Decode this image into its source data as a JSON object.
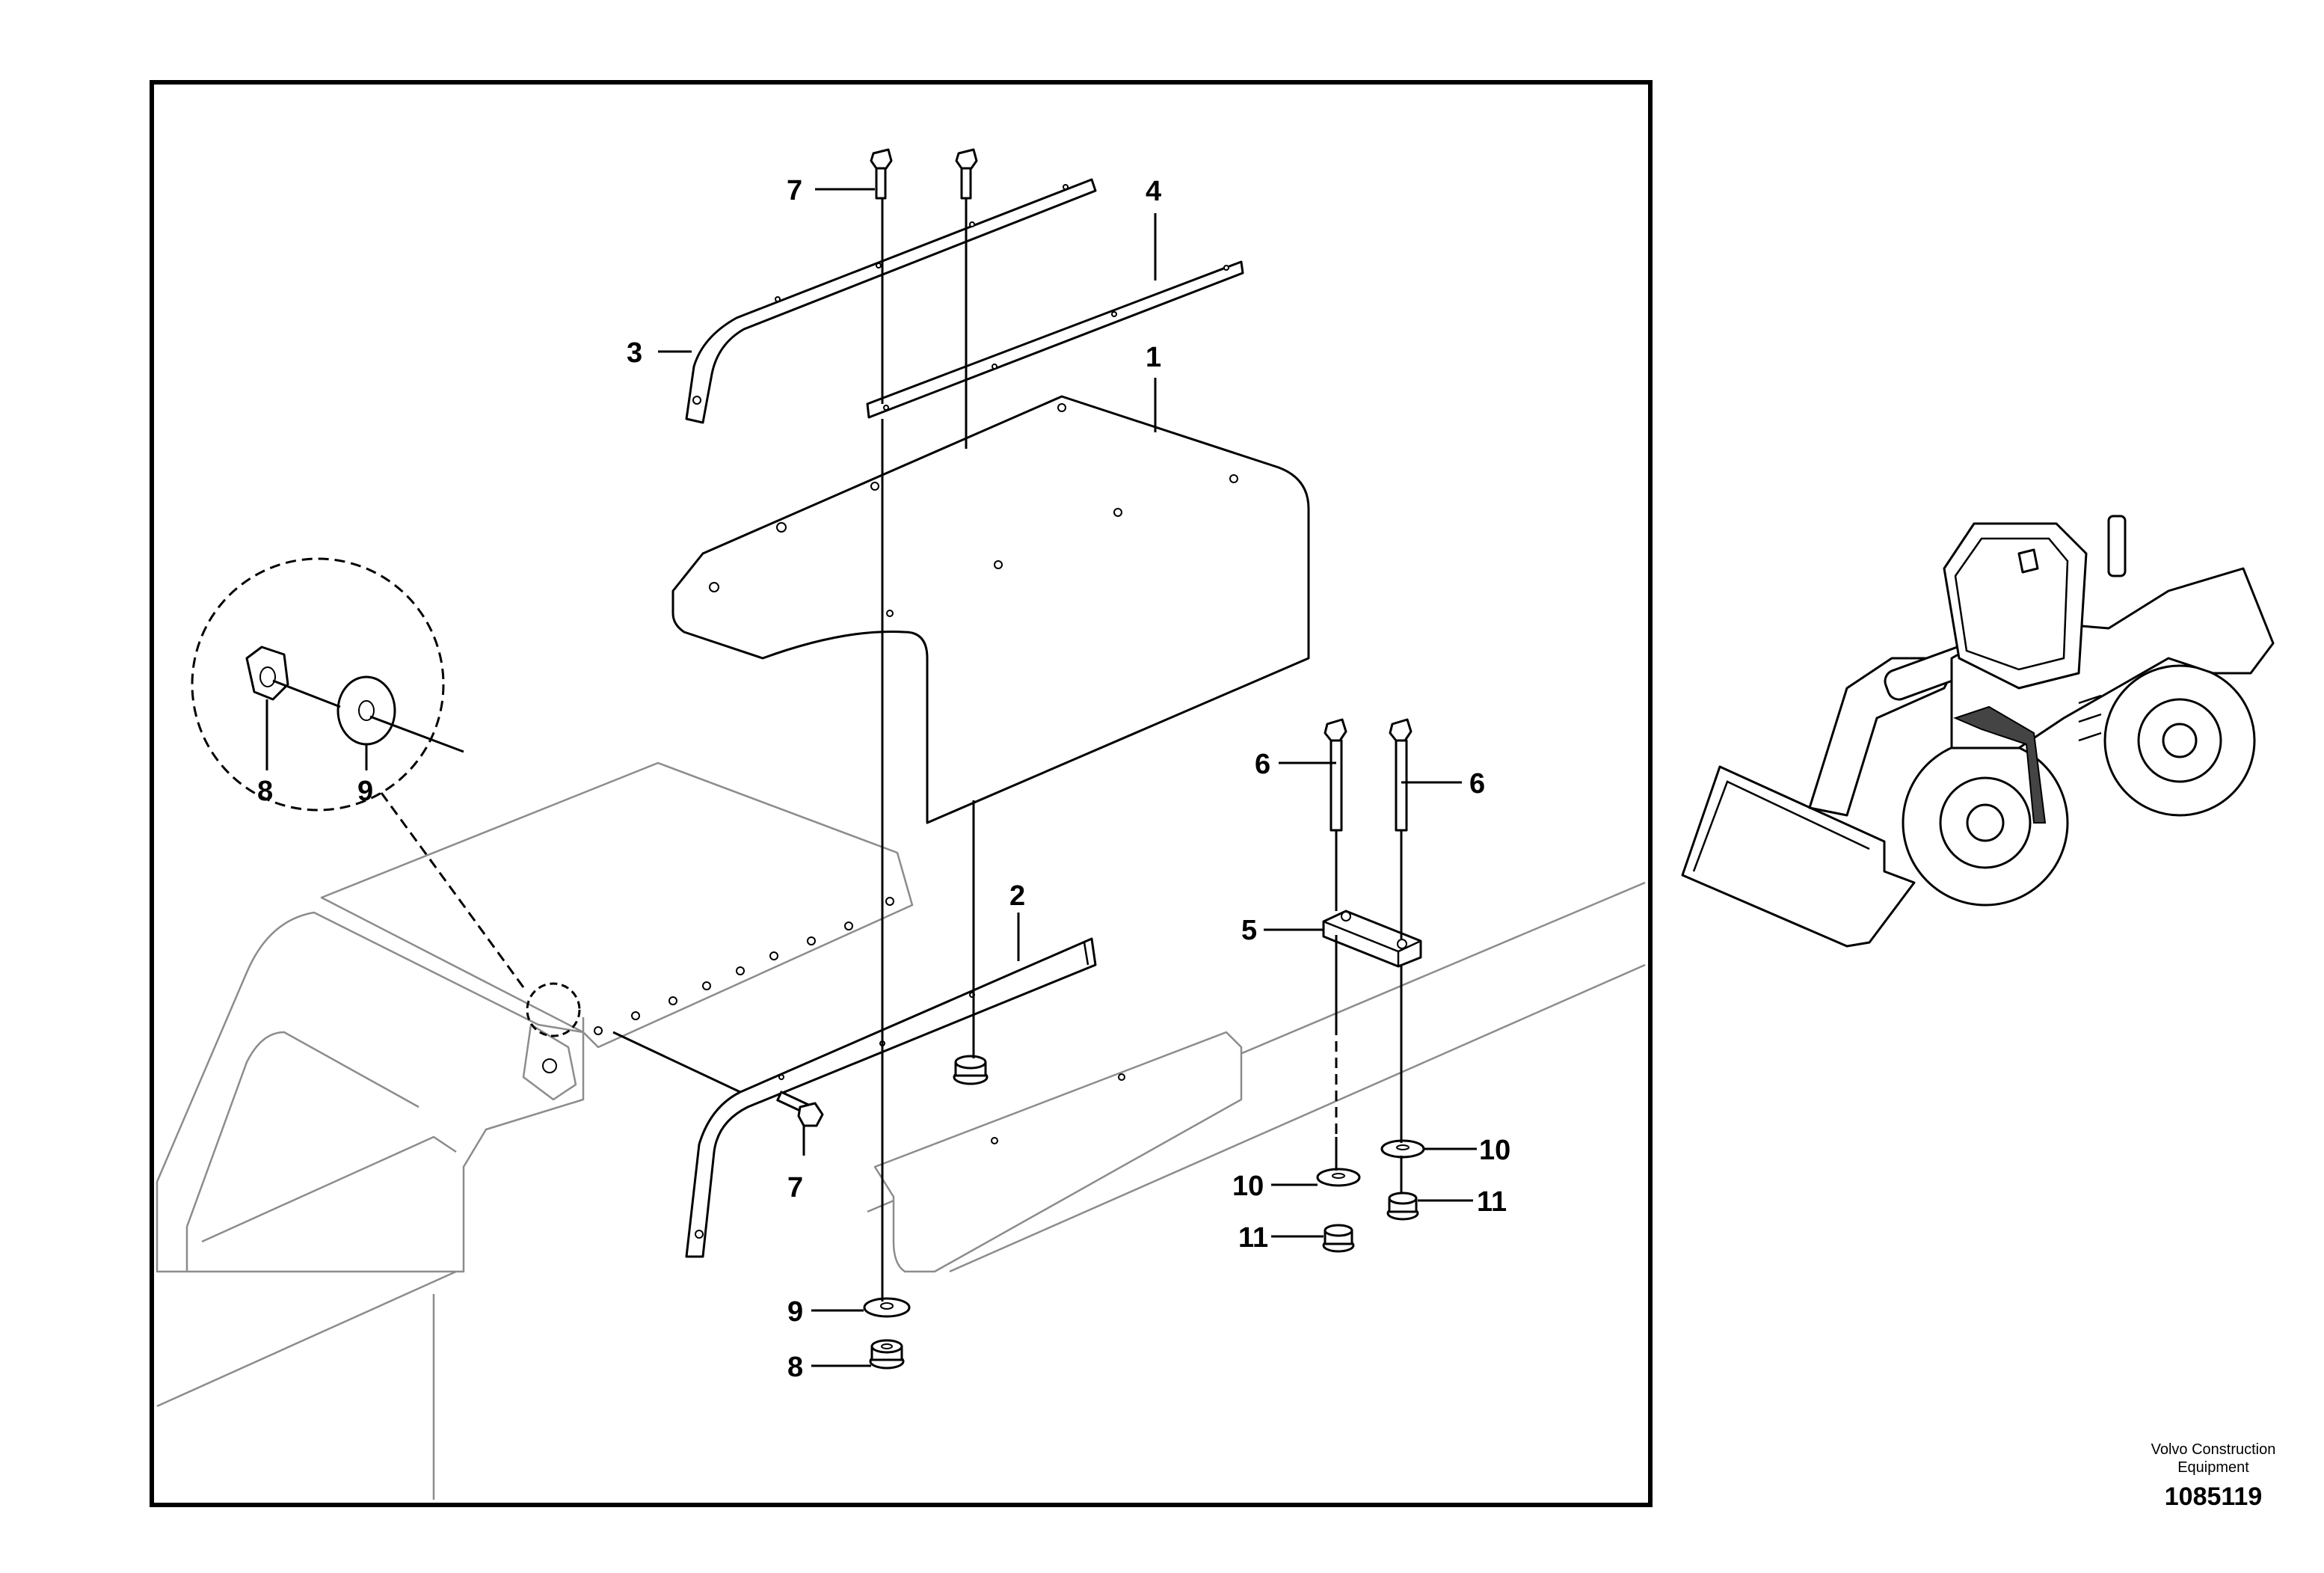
{
  "labels": {
    "l1": "1",
    "l2": "2",
    "l3": "3",
    "l4": "4",
    "l5": "5",
    "l6a": "6",
    "l6b": "6",
    "l7a": "7",
    "l7b": "7",
    "l8a": "8",
    "l8b": "8",
    "l9a": "9",
    "l9b": "9",
    "l10a": "10",
    "l10b": "10",
    "l11a": "11",
    "l11b": "11"
  },
  "footer": {
    "brand_line1": "Volvo Construction",
    "brand_line2": "Equipment",
    "doc_number": "1085119"
  }
}
